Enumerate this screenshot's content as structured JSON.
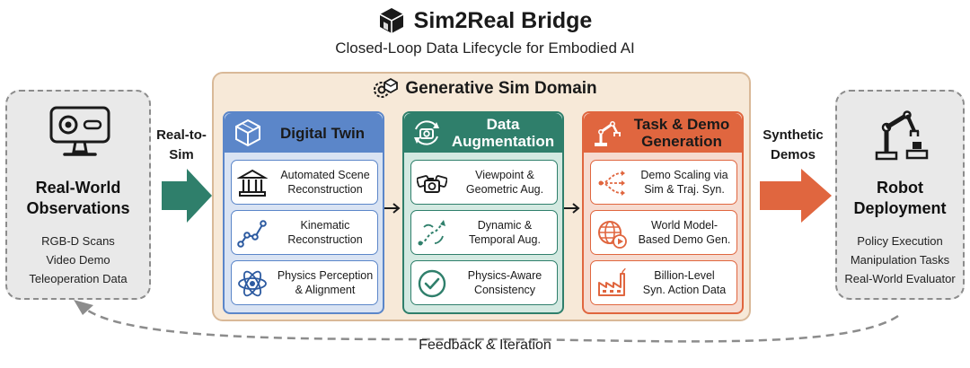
{
  "header": {
    "title": "Sim2Real Bridge",
    "subtitle": "Closed-Loop Data Lifecycle for Embodied AI"
  },
  "left_box": {
    "title_line1": "Real-World",
    "title_line2": "Observations",
    "items": [
      "RGB-D Scans",
      "Video Demo",
      "Teleoperation Data"
    ]
  },
  "right_box": {
    "title_line1": "Robot",
    "title_line2": "Deployment",
    "items": [
      "Policy Execution",
      "Manipulation Tasks",
      "Real-World Evaluator"
    ]
  },
  "arrows": {
    "real_to_sim_line1": "Real-to-",
    "real_to_sim_line2": "Sim",
    "synthetic_line1": "Synthetic",
    "synthetic_line2": "Demos",
    "feedback": "Feedback & Iteration"
  },
  "domain": {
    "title": "Generative Sim Domain"
  },
  "columns": [
    {
      "title": "Digital Twin",
      "header_color": "#5b86c9",
      "body_color": "#d9e3f3",
      "cards": [
        {
          "line1": "Automated Scene",
          "line2": "Reconstruction",
          "icon": "museum-icon"
        },
        {
          "line1": "Kinematic",
          "line2": "Reconstruction",
          "icon": "kinematic-chain-icon"
        },
        {
          "line1": "Physics Perception",
          "line2": "& Alignment",
          "icon": "atom-icon"
        }
      ]
    },
    {
      "title_line1": "Data",
      "title_line2": "Augmentation",
      "header_color": "#2f7f6b",
      "body_color": "#d3e9e1",
      "cards": [
        {
          "line1": "Viewpoint &",
          "line2": "Geometric Aug.",
          "icon": "multi-camera-icon"
        },
        {
          "line1": "Dynamic &",
          "line2": "Temporal Aug.",
          "icon": "trajectory-icon"
        },
        {
          "line1": "Physics-Aware",
          "line2": "Consistency",
          "icon": "check-circle-icon"
        }
      ]
    },
    {
      "title_line1": "Task & Demo",
      "title_line2": "Generation",
      "header_color": "#e0663f",
      "body_color": "#f6dbd0",
      "cards": [
        {
          "line1": "Demo Scaling via",
          "line2": "Sim & Traj. Syn.",
          "icon": "branching-arrows-icon"
        },
        {
          "line1": "World Model-",
          "line2": "Based Demo Gen.",
          "icon": "globe-play-icon"
        },
        {
          "line1": "Billion-Level",
          "line2": "Syn. Action Data",
          "icon": "factory-icon"
        }
      ]
    }
  ],
  "colors": {
    "teal_arrow": "#2f7f6b",
    "orange_arrow": "#e0663f",
    "domain_bg": "#f7e9d8",
    "side_bg": "#e9e9e9"
  }
}
